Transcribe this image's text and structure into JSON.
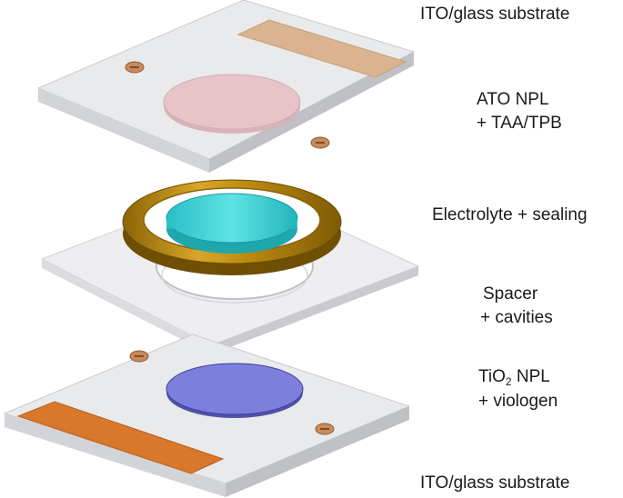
{
  "labels": {
    "top_substrate": "ITO/glass substrate",
    "ato_line1": "ATO NPL",
    "ato_line2": "+ TAA/TPB",
    "electrolyte": "Electrolyte + sealing",
    "spacer_line1": "Spacer",
    "spacer_line2": "+ cavities",
    "tio2_prefix": "TiO",
    "tio2_subscript": "2",
    "tio2_suffix": " NPL",
    "tio2_line2": "+ viologen",
    "bottom_substrate": "ITO/glass substrate"
  },
  "colors": {
    "glass_top": "#e9eaec",
    "glass_edge": "#c9cbce",
    "ato_contact": "#d9b48f",
    "ato_disc": "#e7c4c8",
    "ring_gold": "#b98a12",
    "electrolyte": "#3ed4d8",
    "tio2_disc": "#7c7fdc",
    "ito_contact": "#d9782b",
    "screw": "#c88a5a"
  }
}
